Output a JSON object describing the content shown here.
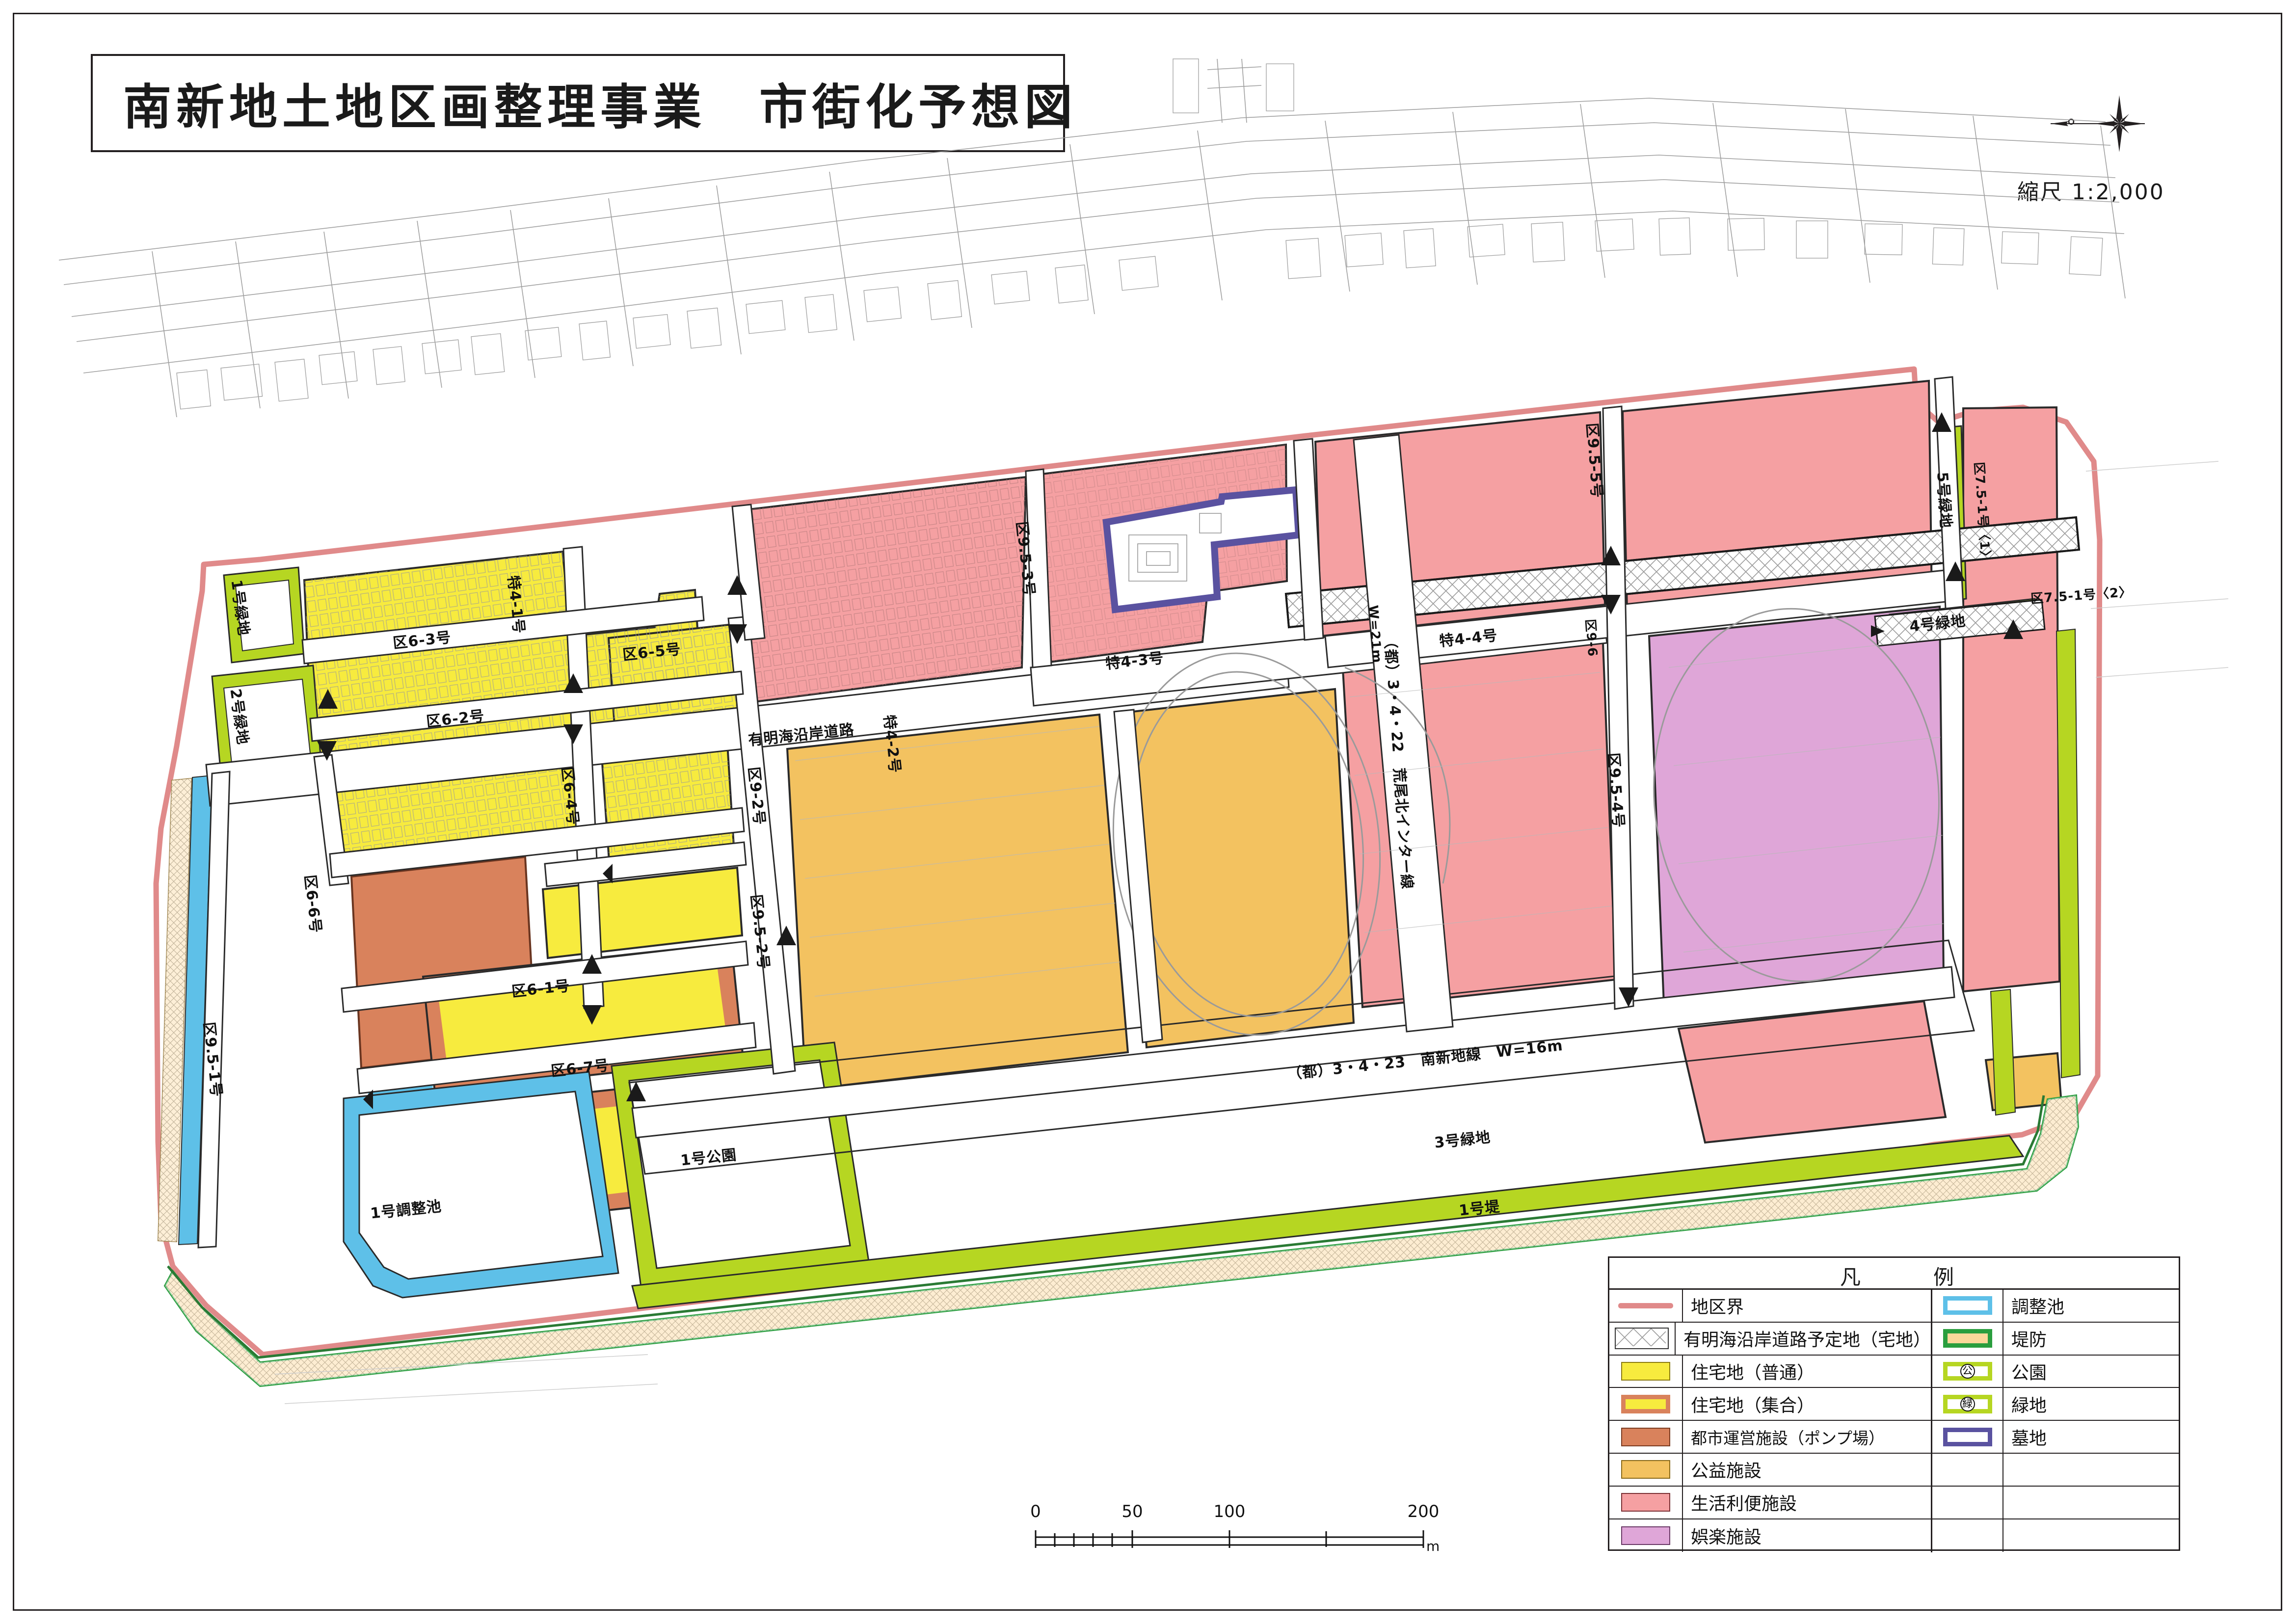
{
  "title": "南新地土地区画整理事業　市街化予想図",
  "scale_note": "縮尺 1:2,000",
  "compass": {
    "icon": "compass-rose-icon"
  },
  "scalebar": {
    "ticks": [
      "0",
      "50",
      "100",
      "200"
    ],
    "unit": "m"
  },
  "legend": {
    "header_left": "凡",
    "header_right": "例",
    "left_items": [
      {
        "label": "地区界",
        "swatch": "line",
        "color": "#e08a8a"
      },
      {
        "label": "有明海沿岸道路予定地（宅地）",
        "swatch": "hatch",
        "color": "#ffffff"
      },
      {
        "label": "住宅地（普通）",
        "swatch": "fill",
        "color": "#f7eb3e"
      },
      {
        "label": "住宅地（集合）",
        "swatch": "border-fill",
        "color": "#f7eb3e",
        "border": "#d9825c"
      },
      {
        "label": "都市運営施設（ポンプ場）",
        "swatch": "fill",
        "color": "#d9825c"
      },
      {
        "label": "公益施設",
        "swatch": "fill",
        "color": "#f3c260"
      },
      {
        "label": "生活利便施設",
        "swatch": "fill",
        "color": "#f5a0a2"
      },
      {
        "label": "娯楽施設",
        "swatch": "fill",
        "color": "#dfa6d8"
      }
    ],
    "right_items": [
      {
        "label": "調整池",
        "swatch": "border-white",
        "border": "#5ec0e8"
      },
      {
        "label": "堤防",
        "swatch": "border-fill",
        "color": "#fbd89a",
        "border": "#2a9e3e"
      },
      {
        "label": "公園",
        "swatch": "border-white-mark",
        "border": "#b6d622",
        "mark": "公"
      },
      {
        "label": "緑地",
        "swatch": "border-white-mark",
        "border": "#b6d622",
        "mark": "緑"
      },
      {
        "label": "墓地",
        "swatch": "border-white",
        "border": "#5a52a0"
      }
    ]
  },
  "map_labels": {
    "roads": [
      {
        "id": "toku4-1",
        "text": "特4-1号"
      },
      {
        "id": "toku4-2",
        "text": "特4-2号"
      },
      {
        "id": "toku4-3",
        "text": "特4-3号"
      },
      {
        "id": "toku4-4",
        "text": "特4-4号"
      },
      {
        "id": "ku6-1",
        "text": "区6-1号"
      },
      {
        "id": "ku6-2",
        "text": "区6-2号"
      },
      {
        "id": "ku6-3",
        "text": "区6-3号"
      },
      {
        "id": "ku6-4",
        "text": "区6-4号"
      },
      {
        "id": "ku6-5",
        "text": "区6-5号"
      },
      {
        "id": "ku6-6",
        "text": "区6-6号"
      },
      {
        "id": "ku6-7",
        "text": "区6-7号"
      },
      {
        "id": "ku9-2",
        "text": "区9-2号"
      },
      {
        "id": "ku9-6",
        "text": "区9-6"
      },
      {
        "id": "ku95-1",
        "text": "区9.5-1号"
      },
      {
        "id": "ku95-2",
        "text": "区9.5-2号"
      },
      {
        "id": "ku95-3",
        "text": "区9.5-3号"
      },
      {
        "id": "ku95-4",
        "text": "区9.5-4号"
      },
      {
        "id": "ku95-5",
        "text": "区9.5-5号"
      },
      {
        "id": "ku75-1-1",
        "text": "区7.5-1号〈1〉"
      },
      {
        "id": "ku75-1-2",
        "text": "区7.5-1号〈2〉"
      },
      {
        "id": "ariake",
        "text": "有明海沿岸道路"
      },
      {
        "id": "arao-north",
        "text": "（都）3・4・22　荒尾北インター線"
      },
      {
        "id": "arao-north-w",
        "text": "W=21m"
      },
      {
        "id": "minamishinchi",
        "text": "（都）3・4・23　南新地線　W=16m"
      }
    ],
    "greens": [
      {
        "id": "ryokuchi1",
        "text": "1号緑地"
      },
      {
        "id": "ryokuchi2",
        "text": "2号緑地"
      },
      {
        "id": "ryokuchi3",
        "text": "3号緑地"
      },
      {
        "id": "ryokuchi4",
        "text": "4号緑地"
      },
      {
        "id": "ryokuchi5",
        "text": "5号緑地"
      }
    ],
    "facilities": [
      {
        "id": "chouseichi1",
        "text": "1号調整池"
      },
      {
        "id": "kouen1",
        "text": "1号公園"
      },
      {
        "id": "tei1",
        "text": "1号堤"
      }
    ]
  },
  "colors": {
    "district_boundary": "#e08a8a",
    "residential_normal": "#f7eb3e",
    "residential_collective_border": "#d9825c",
    "pump_station": "#d9825c",
    "public_facility": "#f3c260",
    "convenience_facility": "#f5a0a2",
    "entertainment_facility": "#dfa6d8",
    "retention_pond": "#5ec0e8",
    "embankment": "#2a9e3e",
    "park_green": "#b6d622",
    "cemetery": "#5a52a0",
    "basemap_line": "#8a8a8a"
  }
}
